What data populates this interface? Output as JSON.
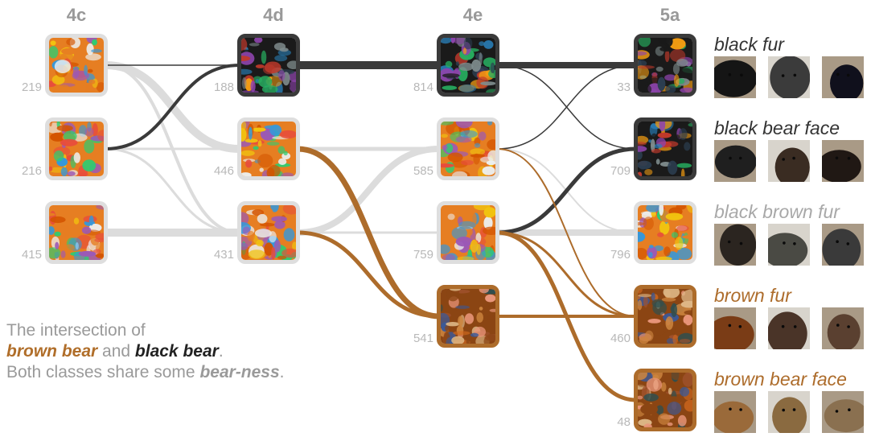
{
  "colors": {
    "black": "#3a3a3a",
    "brown": "#ad6c2b",
    "grey": "#dcdcdc",
    "label_grey": "#999999"
  },
  "layers": [
    "4c",
    "4d",
    "4e",
    "5a"
  ],
  "nodes": [
    {
      "id": "n219",
      "number": "219",
      "layer": "4c",
      "style": "grey"
    },
    {
      "id": "n216",
      "number": "216",
      "layer": "4c",
      "style": "grey"
    },
    {
      "id": "n415",
      "number": "415",
      "layer": "4c",
      "style": "grey"
    },
    {
      "id": "n188",
      "number": "188",
      "layer": "4d",
      "style": "black"
    },
    {
      "id": "n446",
      "number": "446",
      "layer": "4d",
      "style": "grey"
    },
    {
      "id": "n431",
      "number": "431",
      "layer": "4d",
      "style": "grey"
    },
    {
      "id": "n814",
      "number": "814",
      "layer": "4e",
      "style": "black"
    },
    {
      "id": "n585",
      "number": "585",
      "layer": "4e",
      "style": "grey"
    },
    {
      "id": "n759",
      "number": "759",
      "layer": "4e",
      "style": "grey"
    },
    {
      "id": "n541",
      "number": "541",
      "layer": "4e",
      "style": "brown"
    },
    {
      "id": "n33",
      "number": "33",
      "layer": "5a",
      "style": "black"
    },
    {
      "id": "n709",
      "number": "709",
      "layer": "5a",
      "style": "black"
    },
    {
      "id": "n796",
      "number": "796",
      "layer": "5a",
      "style": "grey"
    },
    {
      "id": "n460",
      "number": "460",
      "layer": "5a",
      "style": "brown"
    },
    {
      "id": "n48",
      "number": "48",
      "layer": "5a",
      "style": "brown"
    }
  ],
  "edges": [
    {
      "from": "n219",
      "to": "n188",
      "style": "black",
      "weight": 1.5
    },
    {
      "from": "n219",
      "to": "n446",
      "style": "grey",
      "weight": 10
    },
    {
      "from": "n219",
      "to": "n431",
      "style": "grey",
      "weight": 4
    },
    {
      "from": "n216",
      "to": "n188",
      "style": "black",
      "weight": 4
    },
    {
      "from": "n216",
      "to": "n446",
      "style": "grey",
      "weight": 3
    },
    {
      "from": "n216",
      "to": "n431",
      "style": "grey",
      "weight": 3
    },
    {
      "from": "n415",
      "to": "n431",
      "style": "grey",
      "weight": 10
    },
    {
      "from": "n188",
      "to": "n814",
      "style": "black",
      "weight": 10
    },
    {
      "from": "n446",
      "to": "n585",
      "style": "grey",
      "weight": 5
    },
    {
      "from": "n446",
      "to": "n541",
      "style": "brown",
      "weight": 7
    },
    {
      "from": "n431",
      "to": "n585",
      "style": "grey",
      "weight": 8
    },
    {
      "from": "n431",
      "to": "n759",
      "style": "grey",
      "weight": 3
    },
    {
      "from": "n431",
      "to": "n541",
      "style": "brown",
      "weight": 5
    },
    {
      "from": "n814",
      "to": "n33",
      "style": "black",
      "weight": 8
    },
    {
      "from": "n814",
      "to": "n709",
      "style": "black",
      "weight": 1.5
    },
    {
      "from": "n585",
      "to": "n33",
      "style": "black",
      "weight": 1.5
    },
    {
      "from": "n585",
      "to": "n796",
      "style": "grey",
      "weight": 2
    },
    {
      "from": "n585",
      "to": "n460",
      "style": "brown",
      "weight": 2
    },
    {
      "from": "n759",
      "to": "n709",
      "style": "black",
      "weight": 5
    },
    {
      "from": "n759",
      "to": "n796",
      "style": "grey",
      "weight": 8
    },
    {
      "from": "n759",
      "to": "n460",
      "style": "brown",
      "weight": 3
    },
    {
      "from": "n759",
      "to": "n48",
      "style": "brown",
      "weight": 5
    },
    {
      "from": "n541",
      "to": "n460",
      "style": "brown",
      "weight": 4
    }
  ],
  "concepts": [
    {
      "label": "black fur",
      "style": "black",
      "thumb_colors": [
        "#151515",
        "#3b3b3b",
        "#10101c"
      ]
    },
    {
      "label": "black bear face",
      "style": "black",
      "thumb_colors": [
        "#1f1f1f",
        "#3a2c22",
        "#201814"
      ]
    },
    {
      "label": "black brown fur",
      "style": "grey",
      "thumb_colors": [
        "#2b2520",
        "#4a4a44",
        "#3a3a3a"
      ]
    },
    {
      "label": "brown fur",
      "style": "brown",
      "thumb_colors": [
        "#7a3c16",
        "#4a3428",
        "#5a4030"
      ]
    },
    {
      "label": "brown bear face",
      "style": "brown",
      "thumb_colors": [
        "#9a6a3a",
        "#8a6a40",
        "#8a7050"
      ]
    }
  ],
  "caption": {
    "line1": "The intersection of",
    "brown_bear": "brown bear",
    "and": " and ",
    "black_bear": "black bear",
    "period": ".",
    "line3_prefix": "Both classes share some ",
    "bearness": "bear-ness",
    "line3_suffix": "."
  }
}
